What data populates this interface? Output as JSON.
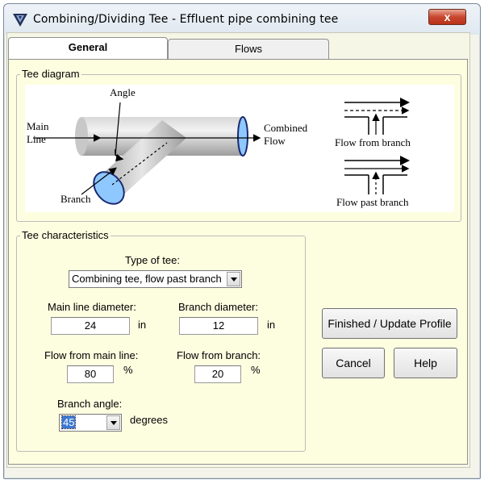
{
  "window": {
    "title": "Combining/Dividing Tee - Effluent pipe combining tee",
    "close_label": "x"
  },
  "tabs": [
    {
      "label": "General",
      "active": true
    },
    {
      "label": "Flows",
      "active": false
    }
  ],
  "diagram": {
    "group_label": "Tee diagram",
    "angle_label": "Angle",
    "main_line_label_1": "Main",
    "main_line_label_2": "Line",
    "combined_flow_label_1": "Combined",
    "combined_flow_label_2": "Flow",
    "branch_label": "Branch",
    "flow_from_branch_label": "Flow from branch",
    "flow_past_branch_label": "Flow past branch"
  },
  "characteristics": {
    "group_label": "Tee characteristics",
    "type_label": "Type of tee:",
    "type_value": "Combining tee, flow past branch",
    "main_diameter_label": "Main line diameter:",
    "main_diameter_value": "24",
    "main_diameter_unit": "in",
    "branch_diameter_label": "Branch diameter:",
    "branch_diameter_value": "12",
    "branch_diameter_unit": "in",
    "flow_main_label": "Flow from main line:",
    "flow_main_value": "80",
    "flow_main_unit": "%",
    "flow_branch_label": "Flow from branch:",
    "flow_branch_value": "20",
    "flow_branch_unit": "%",
    "branch_angle_label": "Branch angle:",
    "branch_angle_value": "45",
    "branch_angle_unit": "degrees"
  },
  "buttons": {
    "finished_label": "Finished / Update Profile",
    "cancel_label": "Cancel",
    "help_label": "Help"
  },
  "colors": {
    "panel_bg": "#fdfde0",
    "pipe_blue": "#8fc8ff",
    "selection_blue": "#3a77d4",
    "close_red": "#c8462f"
  }
}
